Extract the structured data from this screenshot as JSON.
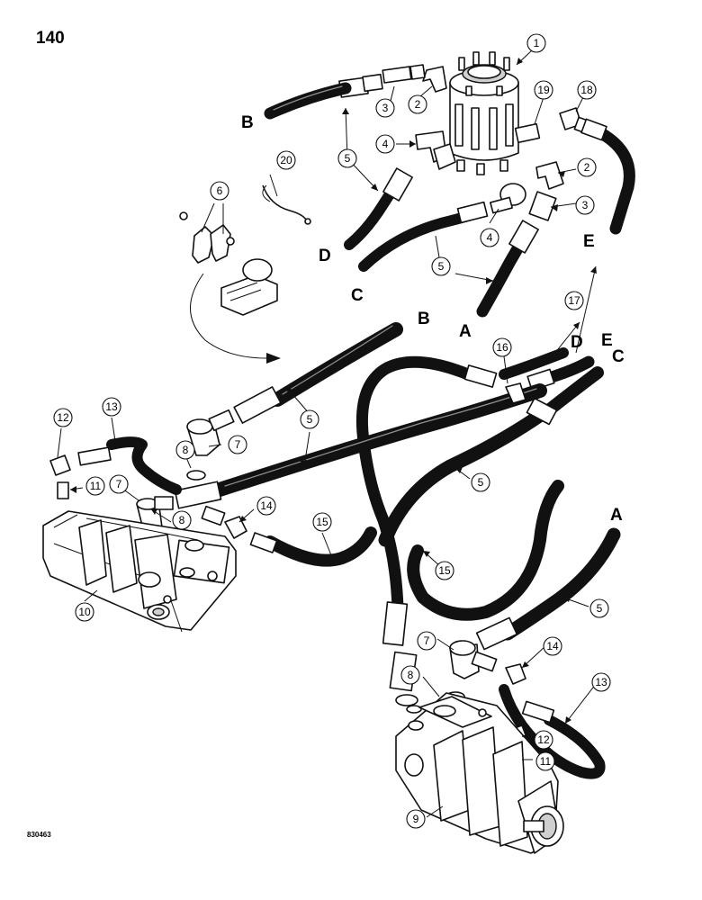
{
  "page_number": "140",
  "figure_code": "830463",
  "hose_end_letters": {
    "B": "B",
    "D": "D",
    "C": "C",
    "A": "A",
    "E": "E"
  },
  "reference_numbers": {
    "n1": "1",
    "n2": "2",
    "n3": "3",
    "n4": "4",
    "n5": "5",
    "n6": "6",
    "n7": "7",
    "n8": "8",
    "n9": "9",
    "n10": "10",
    "n11": "11",
    "n12": "12",
    "n13": "13",
    "n14": "14",
    "n15": "15",
    "n16": "16",
    "n17": "17",
    "n18": "18",
    "n19": "19",
    "n20": "20"
  },
  "style": {
    "line_color": "#111111",
    "background": "#ffffff"
  }
}
